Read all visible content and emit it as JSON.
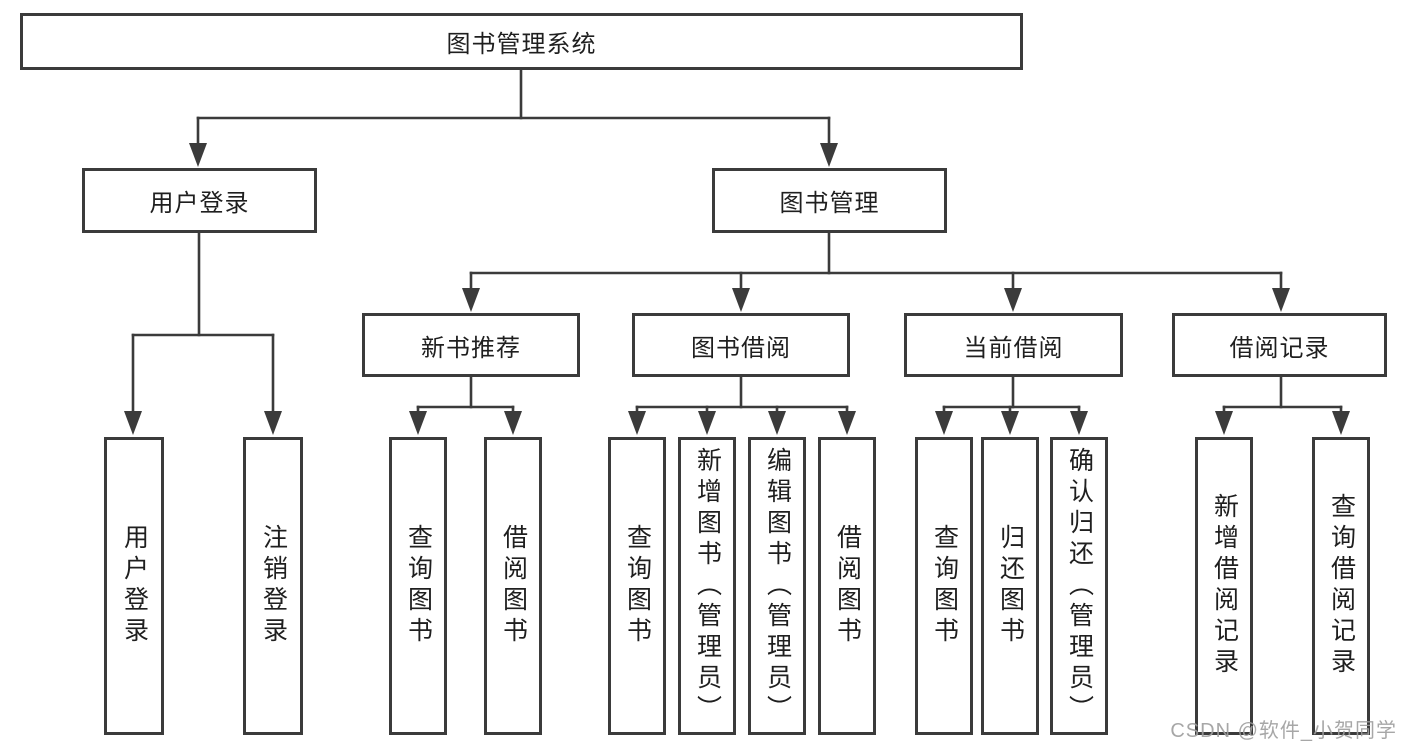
{
  "diagram": {
    "title_node": {
      "label": "图书管理系统"
    },
    "level2": {
      "user_login": {
        "label": "用户登录"
      },
      "book_management": {
        "label": "图书管理"
      }
    },
    "level3": {
      "new_book_recommend": {
        "label": "新书推荐"
      },
      "book_borrow": {
        "label": "图书借阅"
      },
      "current_borrow": {
        "label": "当前借阅"
      },
      "borrow_record": {
        "label": "借阅记录"
      }
    },
    "leaves": [
      {
        "label": "用户登录"
      },
      {
        "label": "注销登录"
      },
      {
        "label": "查询图书"
      },
      {
        "label": "借阅图书"
      },
      {
        "label": "查询图书"
      },
      {
        "label": "新增图书（管理员）"
      },
      {
        "label": "编辑图书（管理员）"
      },
      {
        "label": "借阅图书"
      },
      {
        "label": "查询图书"
      },
      {
        "label": "归还图书"
      },
      {
        "label": "确认归还（管理员）"
      },
      {
        "label": "新增借阅记录"
      },
      {
        "label": "查询借阅记录"
      }
    ]
  },
  "watermark": {
    "text": "CSDN @软件_小贺同学"
  },
  "colors": {
    "background": "#ffffff",
    "line": "#3b3b3b",
    "text": "#1f1f1f",
    "watermark": "#9e9e9e"
  }
}
